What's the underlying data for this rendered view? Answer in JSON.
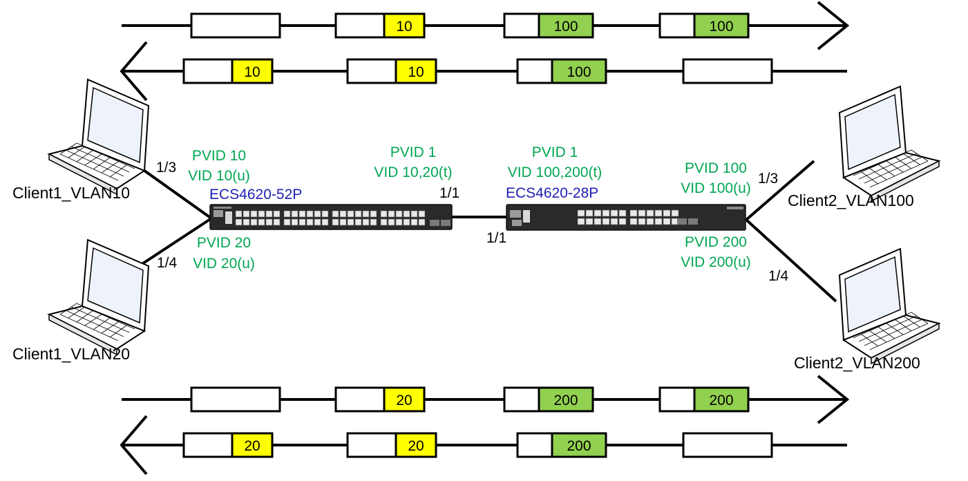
{
  "colors": {
    "vlan_client_side": "#ffff00",
    "vlan_trunk_side": "#92d050",
    "pvid_text": "#00a651",
    "switch_model_text": "#1f1fb4",
    "line": "#000000"
  },
  "frames": {
    "row1_outbound_top": [
      "",
      "10",
      "100",
      "100"
    ],
    "row2_return_top": [
      "10",
      "10",
      "100",
      ""
    ],
    "row3_outbound_bottom": [
      "",
      "20",
      "200",
      "200"
    ],
    "row4_return_bottom": [
      "20",
      "20",
      "200",
      ""
    ]
  },
  "switch_left": {
    "model": "ECS4620-52P",
    "uplink_port": "1/1",
    "uplink_pvid": "PVID 1",
    "uplink_vid": "VID 10,20(t)",
    "port_a": "1/3",
    "port_a_pvid": "PVID 10",
    "port_a_vid": "VID 10(u)",
    "port_b": "1/4",
    "port_b_pvid": "PVID 20",
    "port_b_vid": "VID 20(u)"
  },
  "switch_right": {
    "model": "ECS4620-28P",
    "uplink_port": "1/1",
    "uplink_pvid": "PVID 1",
    "uplink_vid": "VID 100,200(t)",
    "port_a": "1/3",
    "port_a_pvid": "PVID 100",
    "port_a_vid": "VID 100(u)",
    "port_b": "1/4",
    "port_b_pvid": "PVID 200",
    "port_b_vid": "VID 200(u)"
  },
  "clients": {
    "left_top": "Client1_VLAN10",
    "left_bottom": "Client1_VLAN20",
    "right_top": "Client2_VLAN100",
    "right_bottom": "Client2_VLAN200"
  }
}
